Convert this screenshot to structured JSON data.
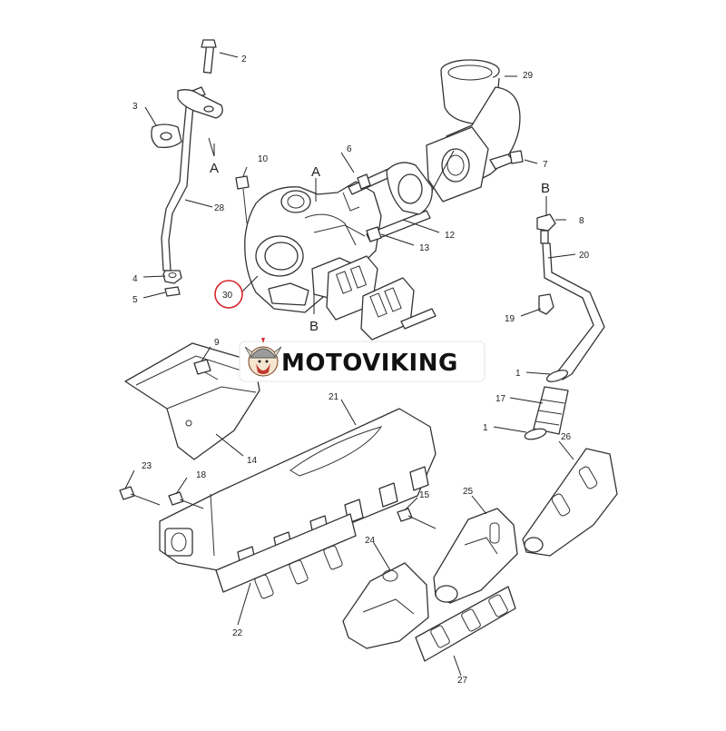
{
  "watermark": {
    "brand": "MOTOVIKING",
    "logo_icon": "viking-mascot-icon"
  },
  "callouts": [
    "1",
    "1",
    "2",
    "3",
    "4",
    "5",
    "6",
    "7",
    "8",
    "9",
    "10",
    "12",
    "13",
    "14",
    "15",
    "17",
    "18",
    "19",
    "20",
    "21",
    "22",
    "23",
    "24",
    "25",
    "26",
    "27",
    "28",
    "29",
    "30"
  ],
  "letters": [
    "A",
    "A",
    "B",
    "B"
  ],
  "highlight": {
    "part": "30",
    "color": "#d9262c"
  },
  "colors": {
    "line": "#333333",
    "banner_bg": "#ffffff",
    "text": "#111111"
  }
}
